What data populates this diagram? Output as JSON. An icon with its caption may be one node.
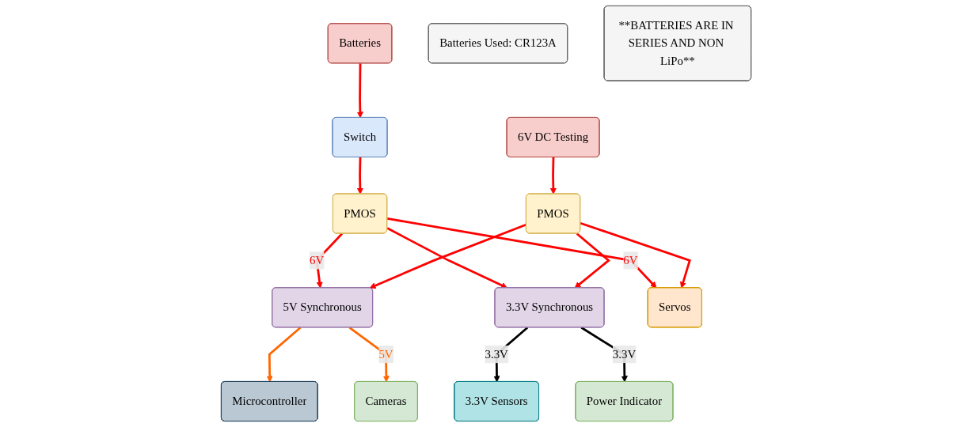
{
  "diagram": {
    "nodes": [
      {
        "text": [
          "Batteries"
        ]
      },
      {
        "text": [
          "Switch"
        ]
      },
      {
        "text": [
          "PMOS"
        ]
      },
      {
        "text": [
          "6V DC Testing"
        ]
      },
      {
        "text": [
          "PMOS"
        ]
      },
      {
        "text": [
          "Batteries Used: CR123A"
        ]
      },
      {
        "text": [
          "**BATTERIES ARE IN SERIES AND NON LiPo**"
        ]
      },
      {
        "text": [
          "5V Synchronous"
        ]
      },
      {
        "text": [
          "3.3V Synchronous"
        ]
      },
      {
        "text": [
          "Servos"
        ]
      },
      {
        "text": [
          "Microcontroller"
        ]
      },
      {
        "text": [
          "Cameras"
        ]
      },
      {
        "text": [
          "3.3V Sensors"
        ]
      },
      {
        "text": [
          "Power Indicator"
        ]
      }
    ],
    "edges": [
      {
        "from": 0,
        "to": 1,
        "arrow": "to"
      },
      {
        "from": 1,
        "to": 2,
        "arrow": "to"
      },
      {
        "from": 3,
        "to": 4,
        "arrow": "to"
      },
      {
        "from": 2,
        "to": 7,
        "arrow": "to",
        "label": "6V"
      },
      {
        "from": 4,
        "to": 7,
        "arrow": "to"
      },
      {
        "from": 2,
        "to": 8,
        "arrow": "to"
      },
      {
        "from": 4,
        "to": 8,
        "arrow": "to"
      },
      {
        "from": 2,
        "to": 9,
        "arrow": "to",
        "label": "6V"
      },
      {
        "from": 4,
        "to": 9,
        "arrow": "to"
      },
      {
        "from": 7,
        "to": 10,
        "arrow": "to",
        "color": "#ff6600"
      },
      {
        "from": 7,
        "to": 11,
        "arrow": "to",
        "color": "#ff6600",
        "label": "5V"
      },
      {
        "from": 8,
        "to": 12,
        "arrow": "to",
        "color": "#000000",
        "label": "3.3V"
      },
      {
        "from": 8,
        "to": 13,
        "arrow": "to",
        "color": "#000000",
        "label": "3.3V"
      }
    ]
  }
}
